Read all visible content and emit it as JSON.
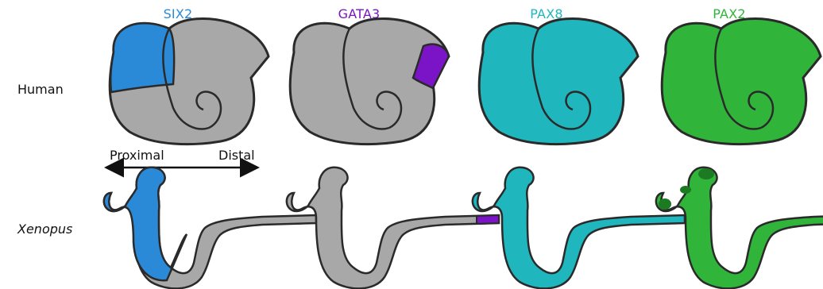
{
  "genes": [
    {
      "name": "SIX2",
      "color": "#2a8ad8"
    },
    {
      "name": "GATA3",
      "color": "#7a14c6"
    },
    {
      "name": "PAX8",
      "color": "#1fb7bd"
    },
    {
      "name": "PAX2",
      "color": "#30b53a"
    }
  ],
  "rows": {
    "human": "Human",
    "xenopus": "Xenopus"
  },
  "axis": {
    "proximal": "Proximal",
    "distal": "Distal"
  },
  "colors": {
    "unexpressed": "#a8a8a8",
    "outline": "#2a2a2a",
    "pax2_dark": "#1c7a22"
  }
}
